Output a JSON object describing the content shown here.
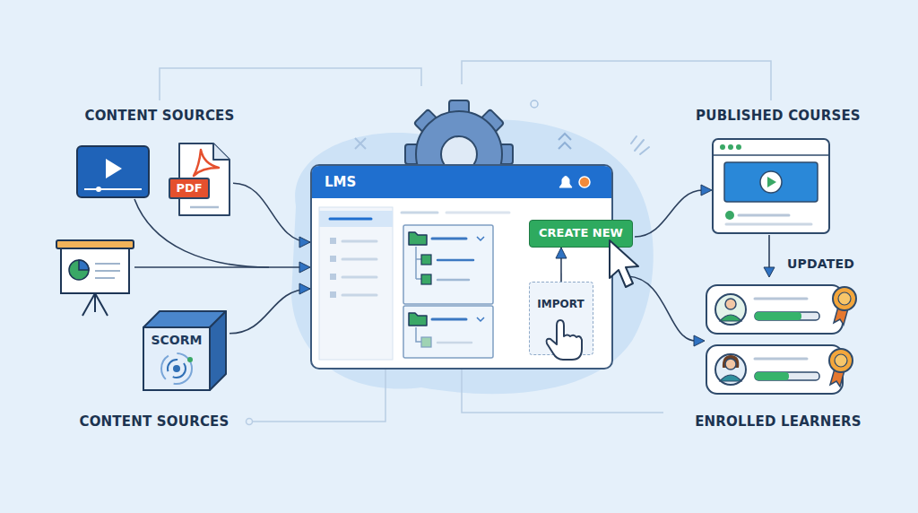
{
  "diagram": {
    "nodes": [
      {
        "text": [
          "PDF"
        ]
      },
      {
        "text": [
          "SCORM"
        ]
      },
      {
        "text": [
          "LMS"
        ]
      },
      {
        "text": [
          "CREATE NEW"
        ],
        "in": 2
      },
      {
        "text": [
          "IMPORT"
        ],
        "in": 2
      }
    ],
    "edges": [
      {
        "from": 0,
        "to": 2,
        "arrow": "to"
      },
      {
        "from": 1,
        "to": 2,
        "arrow": "to"
      },
      {
        "from": 4,
        "to": 3,
        "arrow": "to"
      }
    ],
    "labels": [
      "CONTENT SOURCES",
      "PUBLISHED COURSES",
      "UPDATED",
      "CONTENT SOURCES",
      "ENROLLED LEARNERS"
    ]
  }
}
